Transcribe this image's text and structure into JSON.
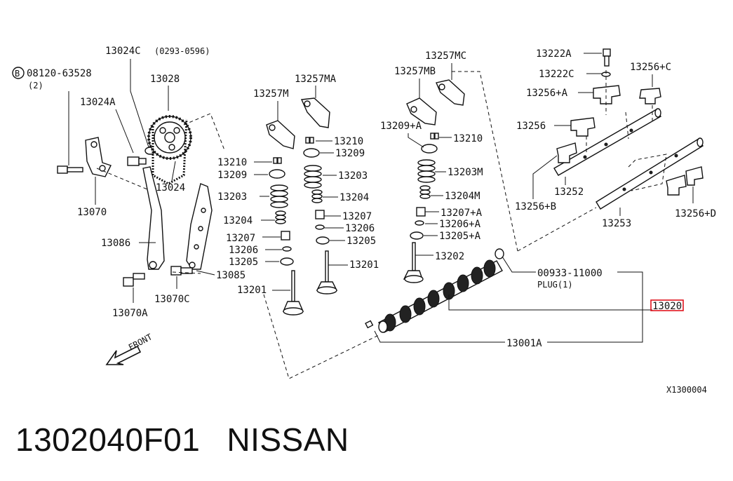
{
  "diagram_code": "X1300004",
  "caption": {
    "part_number": "1302040F01",
    "maker": "NISSAN"
  },
  "highlight": {
    "part": "13020",
    "color": "#e0141e"
  },
  "front_label": "FRONT",
  "bolt_symbol": "B",
  "labels": {
    "p08120": "08120-63528",
    "p08120_qty": "(2)",
    "p13024C": "13024C",
    "p13024C_range": "(0293-0596)",
    "p13028": "13028",
    "p13024A": "13024A",
    "p13024": "13024",
    "p13070": "13070",
    "p13086": "13086",
    "p13070A": "13070A",
    "p13070C": "13070C",
    "p13085": "13085",
    "p13257M": "13257M",
    "p13257MA": "13257MA",
    "p13210_l": "13210",
    "p13209_l": "13209",
    "p13203_l": "13203",
    "p13204_l": "13204",
    "p13207_l": "13207",
    "p13206_l": "13206",
    "p13205_l": "13205",
    "p13201_l": "13201",
    "p13210_m": "13210",
    "p13209_m": "13209",
    "p13203_m": "13203",
    "p13204_m": "13204",
    "p13207_m": "13207",
    "p13206_m": "13206",
    "p13205_m": "13205",
    "p13201_m": "13201",
    "p13257MC": "13257MC",
    "p13257MB": "13257MB",
    "p13209A": "13209+A",
    "p13210_r": "13210",
    "p13203M": "13203M",
    "p13204M": "13204M",
    "p13207A": "13207+A",
    "p13206A": "13206+A",
    "p13205A": "13205+A",
    "p13202": "13202",
    "p00933": "00933-11000",
    "plug": "PLUG(1)",
    "p13020": "13020",
    "p13001A": "13001A",
    "p13222A": "13222A",
    "p13222C": "13222C",
    "p13256C": "13256+C",
    "p13256A": "13256+A",
    "p13256": "13256",
    "p13252": "13252",
    "p13256B": "13256+B",
    "p13253": "13253",
    "p13256D": "13256+D"
  }
}
